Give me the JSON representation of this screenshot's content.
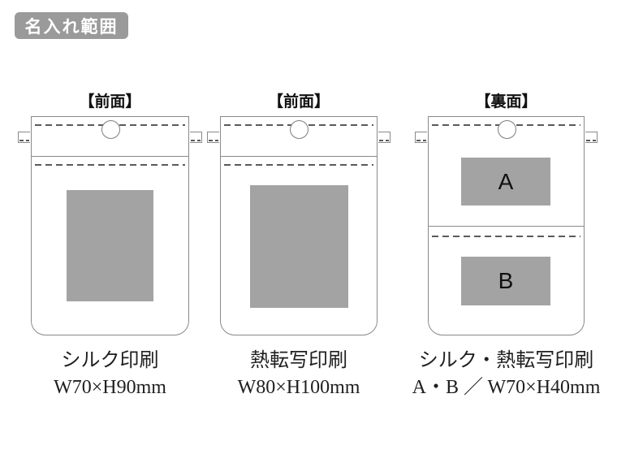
{
  "header": {
    "badge_label": "名入れ範囲"
  },
  "colors": {
    "badge_bg": "#9a9a9a",
    "badge_text": "#ffffff",
    "bag_outline": "#8a8a8a",
    "stitch_line": "#5a5a5a",
    "print_area_fill": "#a3a3a3",
    "label_text": "#111111",
    "caption_text": "#1f1f1f"
  },
  "bags": [
    {
      "side_label": "【前面】",
      "caption_method": "シルク印刷",
      "caption_size": "W70×H90mm"
    },
    {
      "side_label": "【前面】",
      "caption_method": "熱転写印刷",
      "caption_size": "W80×H100mm"
    },
    {
      "side_label": "【裏面】",
      "area_labels": [
        "A",
        "B"
      ],
      "caption_method": "シルク・熱転写印刷",
      "caption_size": "A・B ／ W70×H40mm"
    }
  ]
}
